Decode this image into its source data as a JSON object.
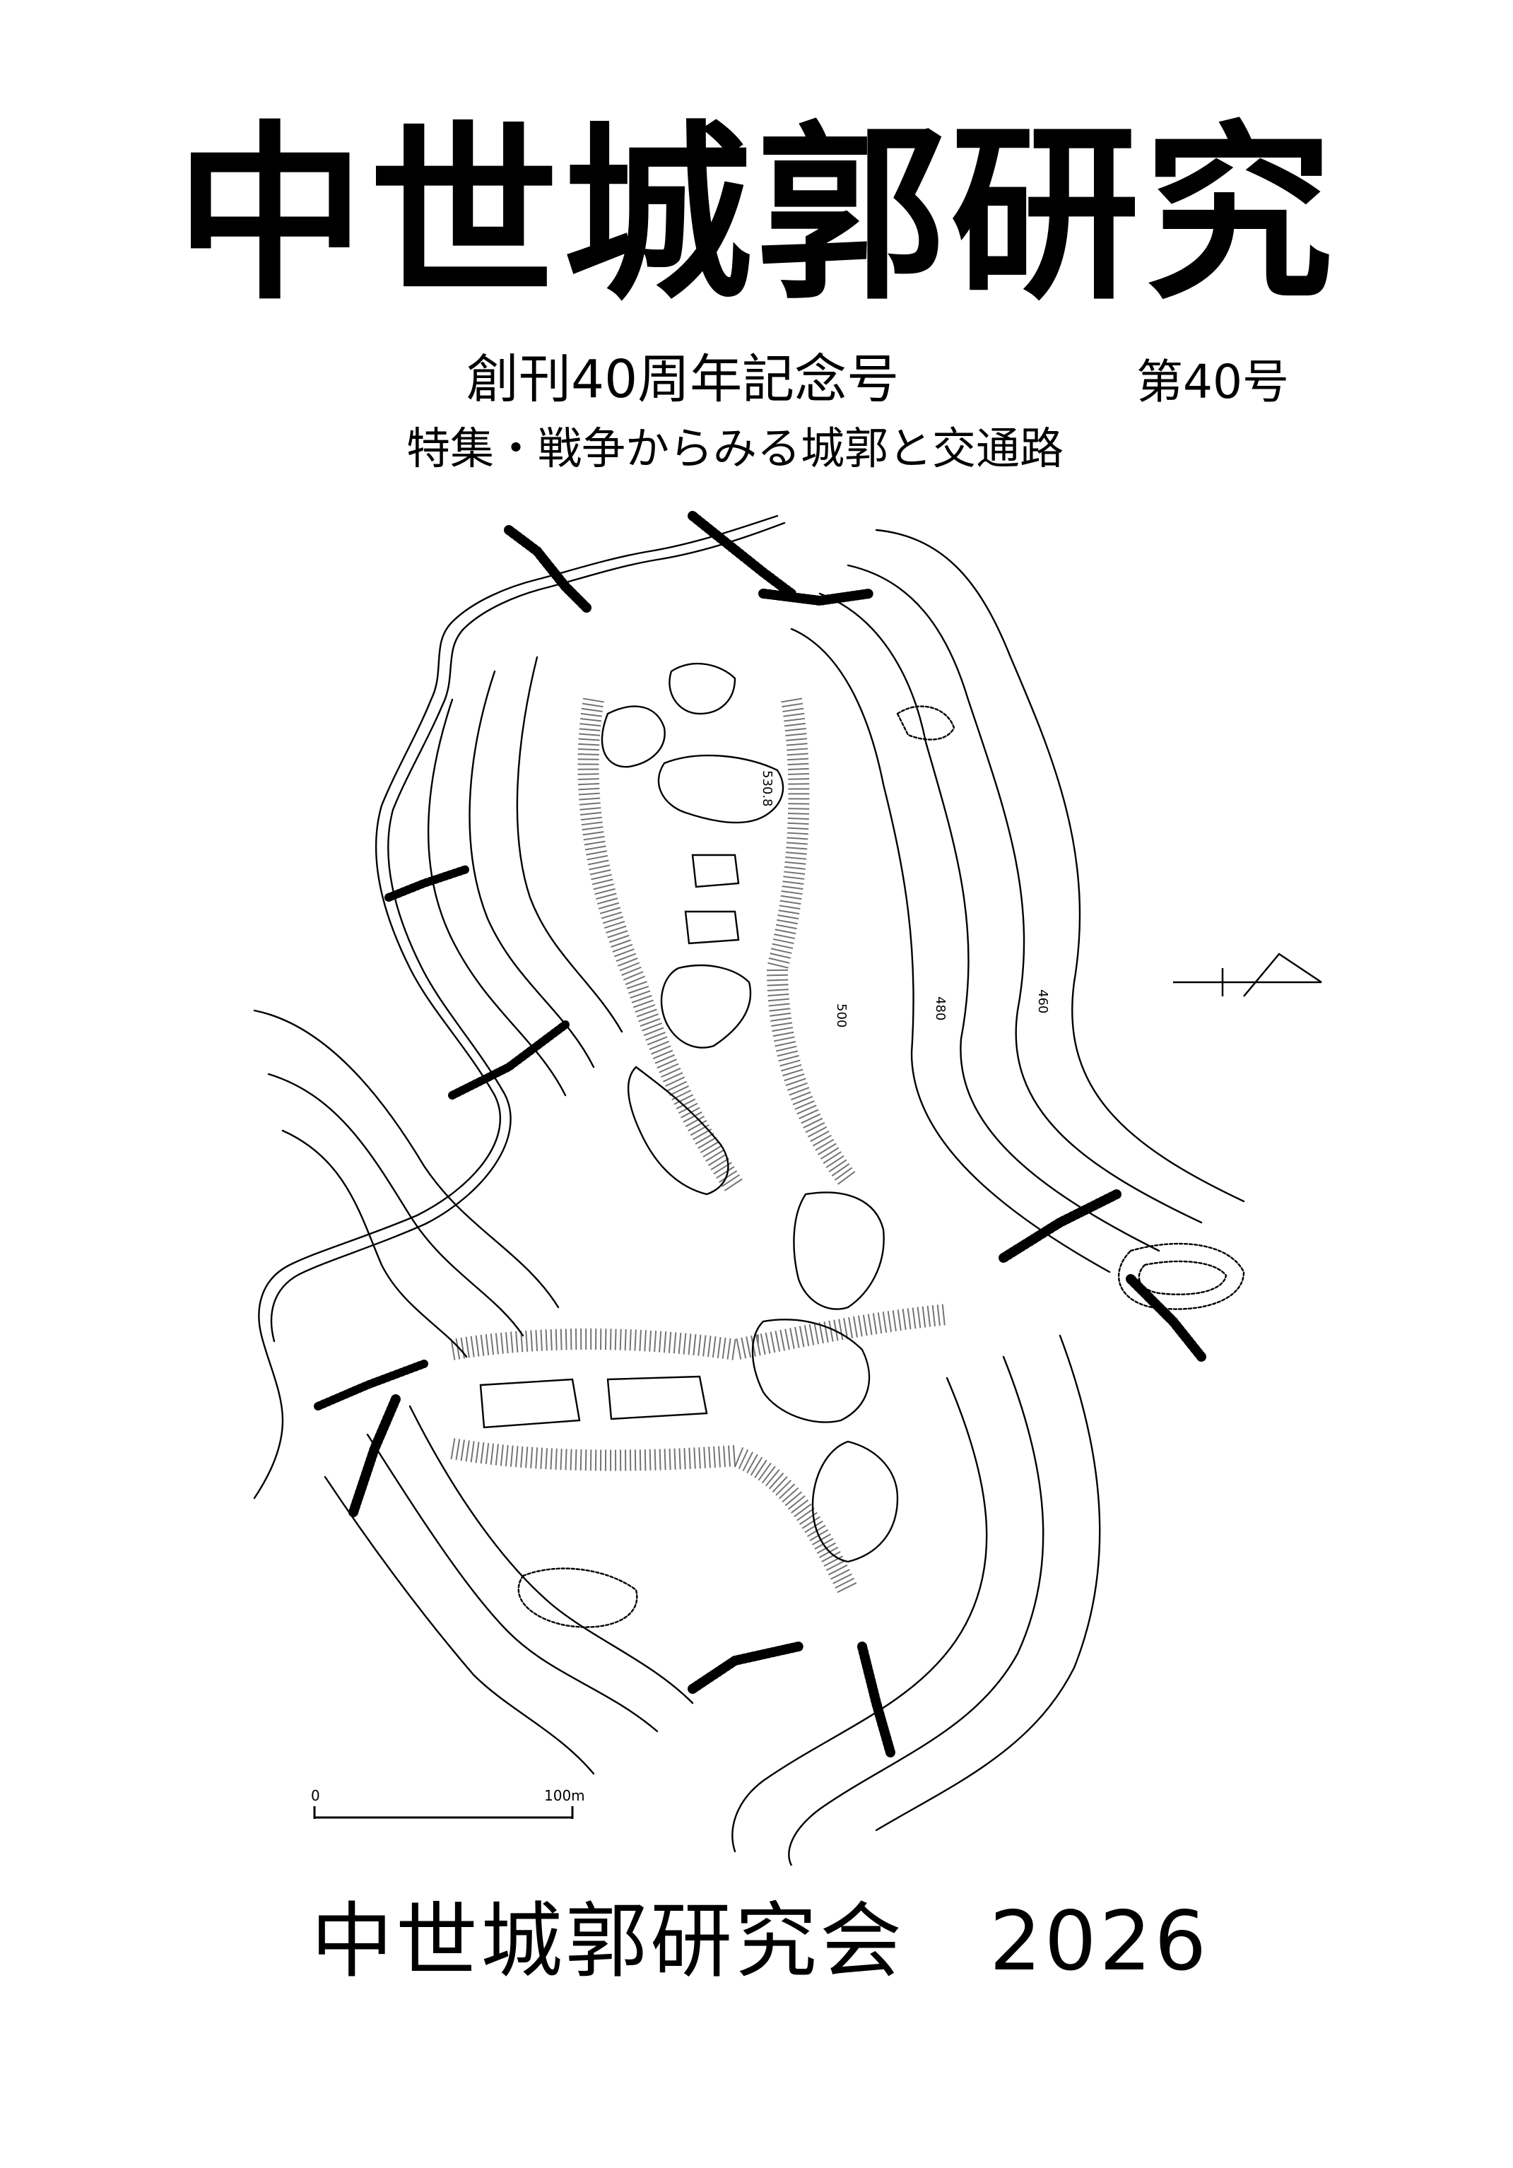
{
  "cover": {
    "title": "中世城郭研究",
    "subtitle": "創刊40周年記念号",
    "issue": "第40号",
    "feature": "特集・戦争からみる城郭と交通路",
    "publisher": "中世城郭研究会　2026"
  },
  "map": {
    "scale_start": "0",
    "scale_end": "100m",
    "elevation_peak": "530.8",
    "contour_500": "500",
    "contour_480": "480",
    "contour_460": "460"
  },
  "colors": {
    "ink": "#000000",
    "background": "#ffffff"
  }
}
